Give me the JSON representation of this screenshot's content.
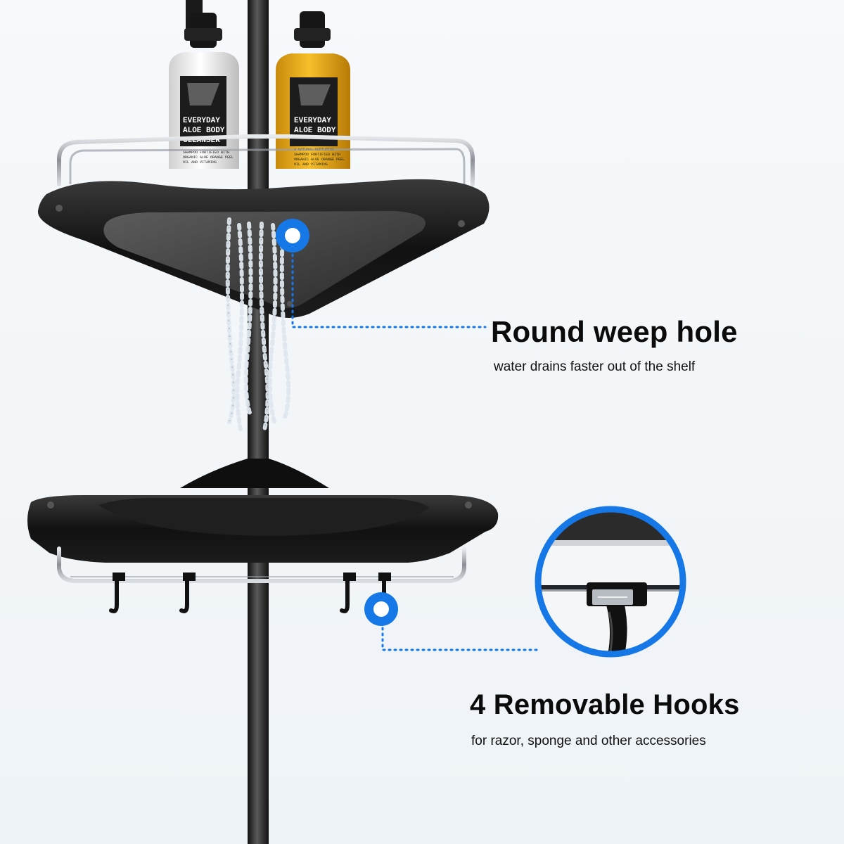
{
  "callouts": {
    "weep_hole": {
      "title": "Round weep hole",
      "description": "water drains faster out of the shelf"
    },
    "hooks": {
      "title": "4 Removable Hooks",
      "description": "for razor, sponge and other accessories"
    }
  },
  "bottles": [
    {
      "line1": "EVERYDAY",
      "line2": "ALOE BODY",
      "line3": "CLEANSER",
      "fine_print": [
        "SHAMPOO FORTIFIED WITH",
        "ORGANIC ALOE ORANGE PEEL",
        "OIL AND VITAMINS"
      ],
      "color": "#f4f2ee"
    },
    {
      "line1": "EVERYDAY",
      "line2": "ALOE BODY",
      "line3": "",
      "fine_print": [
        "A NATURAL NURTURING",
        "SHAMPOO FORTIFIED WITH",
        "ORGANIC ALOE ORANGE PEEL",
        "OIL AND VITAMINS"
      ],
      "color": "#f2b21d"
    }
  ],
  "colors": {
    "accent": "#1677e6",
    "shelf": "#151515",
    "chrome": "#bfc4c9",
    "pole": "#2a2a2a"
  }
}
